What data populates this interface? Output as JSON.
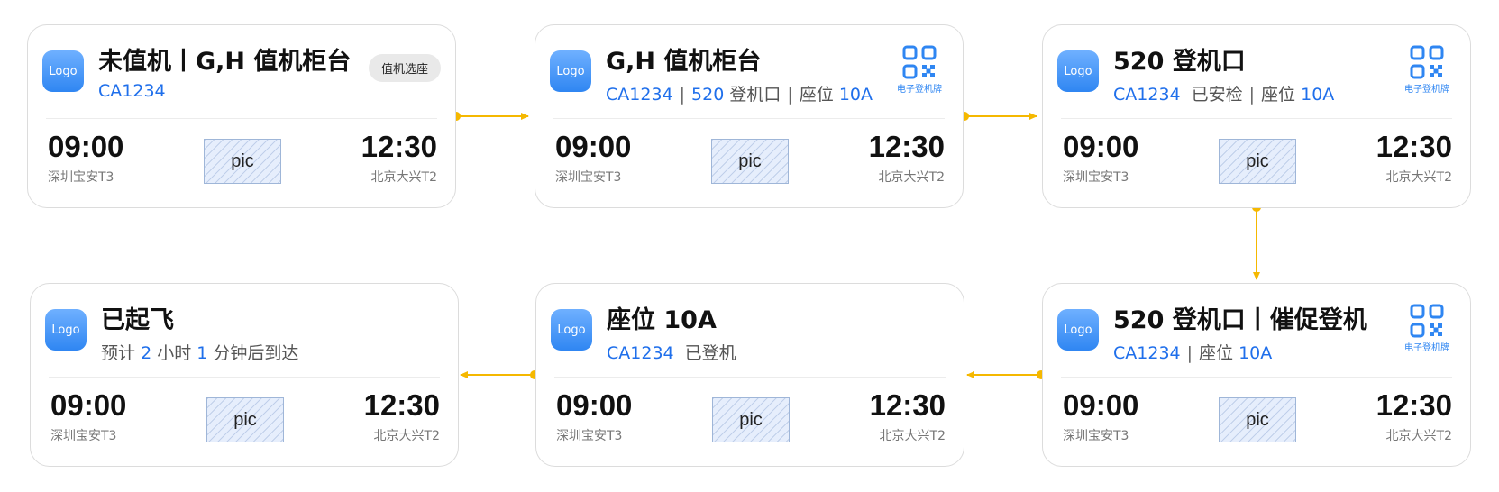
{
  "cards": [
    {
      "logo": "Logo",
      "title": "未值机丨G,H 值机柜台",
      "action_label": "值机选座",
      "sub": {
        "flight": "CA1234"
      },
      "dep_time": "09:00",
      "dep_airport": "深圳宝安T3",
      "arr_time": "12:30",
      "arr_airport": "北京大兴T2",
      "pic": "pic"
    },
    {
      "logo": "Logo",
      "title": "G,H 值机柜台",
      "sub": {
        "flight": "CA1234",
        "sep1": "|",
        "gate_num": "520",
        "gate_text": "登机口",
        "sep2": "|",
        "seat_text": "座位",
        "seat_num": "10A"
      },
      "qr_label": "电子登机牌",
      "dep_time": "09:00",
      "dep_airport": "深圳宝安T3",
      "arr_time": "12:30",
      "arr_airport": "北京大兴T2",
      "pic": "pic"
    },
    {
      "logo": "Logo",
      "title": "520 登机口",
      "sub": {
        "flight": "CA1234",
        "status": "已安检",
        "sep": "|",
        "seat_text": "座位",
        "seat_num": "10A"
      },
      "qr_label": "电子登机牌",
      "dep_time": "09:00",
      "dep_airport": "深圳宝安T3",
      "arr_time": "12:30",
      "arr_airport": "北京大兴T2",
      "pic": "pic"
    },
    {
      "logo": "Logo",
      "title": "520 登机口丨催促登机",
      "sub": {
        "flight": "CA1234",
        "sep": "|",
        "seat_text": "座位",
        "seat_num": "10A"
      },
      "qr_label": "电子登机牌",
      "dep_time": "09:00",
      "dep_airport": "深圳宝安T3",
      "arr_time": "12:30",
      "arr_airport": "北京大兴T2",
      "pic": "pic"
    },
    {
      "logo": "Logo",
      "title": "座位 10A",
      "sub": {
        "flight": "CA1234",
        "status": "已登机"
      },
      "dep_time": "09:00",
      "dep_airport": "深圳宝安T3",
      "arr_time": "12:30",
      "arr_airport": "北京大兴T2",
      "pic": "pic"
    },
    {
      "logo": "Logo",
      "title": "已起飞",
      "sub": {
        "t1": "预计",
        "hours": "2",
        "t2": "小时",
        "minutes": "1",
        "t3": "分钟后到达"
      },
      "dep_time": "09:00",
      "dep_airport": "深圳宝安T3",
      "arr_time": "12:30",
      "arr_airport": "北京大兴T2",
      "pic": "pic"
    }
  ],
  "colors": {
    "accent": "#1f6feb",
    "connector": "#f5b800",
    "logo": "#2f86f2",
    "qr": "#2f86f2"
  },
  "icons": {
    "qr": "qr-code-icon",
    "logo": "logo-icon"
  }
}
